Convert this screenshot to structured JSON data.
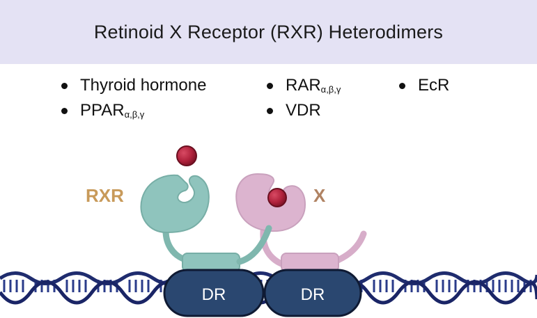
{
  "title": "Retinoid X Receptor (RXR) Heterodimers",
  "partners": {
    "col1": [
      {
        "name": "Thyroid hormone",
        "sub": ""
      },
      {
        "name": "PPAR",
        "sub": "α,β,γ"
      }
    ],
    "col2": [
      {
        "name": "RAR",
        "sub": "α,β,γ"
      },
      {
        "name": "VDR",
        "sub": ""
      }
    ],
    "col3": [
      {
        "name": "EcR",
        "sub": ""
      }
    ]
  },
  "labels": {
    "rxr": "RXR",
    "x": "X",
    "dr_left": "DR",
    "dr_right": "DR"
  },
  "colors": {
    "title_bg": "#e4e2f4",
    "rxr_teal": "#8fc4bd",
    "rxr_teal_dark": "#6aa79f",
    "x_pink": "#dcb4cf",
    "x_pink_dark": "#c99ab9",
    "ligand": "#b0223c",
    "label_gold": "#c89a5a",
    "label_brown": "#b08363",
    "dna_navy": "#1f2c6e",
    "dr_box": "#2a4770"
  }
}
